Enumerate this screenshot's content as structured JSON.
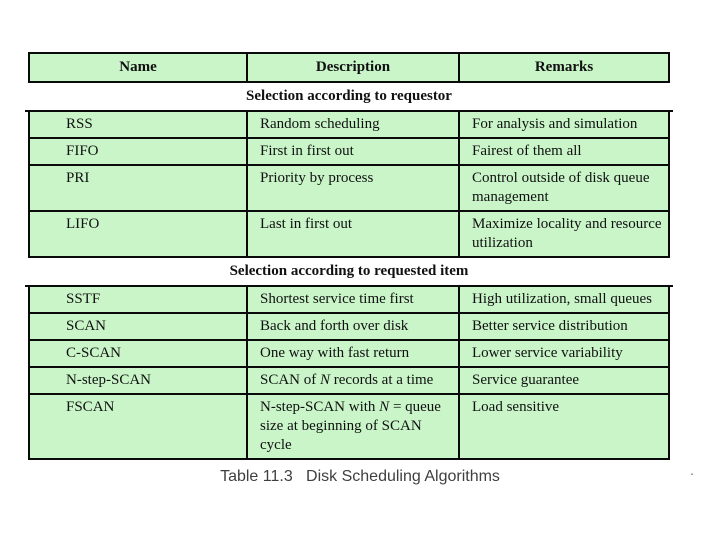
{
  "colors": {
    "cell_green": "#c9f5c9",
    "section_bg": "#ffffff",
    "border": "#0a0a0a",
    "caption_color": "#3f3f3f",
    "page_bg": "#ffffff"
  },
  "table": {
    "caption": "Table 11.3   Disk Scheduling Algorithms",
    "columns": [
      "Name",
      "Description",
      "Remarks"
    ],
    "sections": [
      {
        "header": "Selection according to requestor",
        "rows": [
          {
            "name": "RSS",
            "description": [
              {
                "t": "Random scheduling"
              }
            ],
            "remarks": "For analysis and simulation"
          },
          {
            "name": "FIFO",
            "description": [
              {
                "t": "First in first out"
              }
            ],
            "remarks": "Fairest of them all"
          },
          {
            "name": "PRI",
            "description": [
              {
                "t": "Priority by process"
              }
            ],
            "remarks": "Control outside of disk queue management"
          },
          {
            "name": "LIFO",
            "description": [
              {
                "t": "Last in first out"
              }
            ],
            "remarks": "Maximize locality and resource utilization"
          }
        ]
      },
      {
        "header": "Selection according to requested item",
        "rows": [
          {
            "name": "SSTF",
            "description": [
              {
                "t": "Shortest service time first"
              }
            ],
            "remarks": "High utilization, small queues"
          },
          {
            "name": "SCAN",
            "description": [
              {
                "t": "Back and forth over disk"
              }
            ],
            "remarks": "Better service distribution"
          },
          {
            "name": "C-SCAN",
            "description": [
              {
                "t": "One way with fast return"
              }
            ],
            "remarks": "Lower service variability"
          },
          {
            "name": "N-step-SCAN",
            "description": [
              {
                "t": "SCAN of "
              },
              {
                "t": "N",
                "i": true
              },
              {
                "t": " records at a time"
              }
            ],
            "remarks": "Service guarantee"
          },
          {
            "name": "FSCAN",
            "description": [
              {
                "t": "N-step-SCAN with "
              },
              {
                "t": "N",
                "i": true
              },
              {
                "t": " = queue size at beginning of SCAN cycle"
              }
            ],
            "remarks": "Load sensitive"
          }
        ]
      }
    ]
  },
  "stray_dot": "."
}
